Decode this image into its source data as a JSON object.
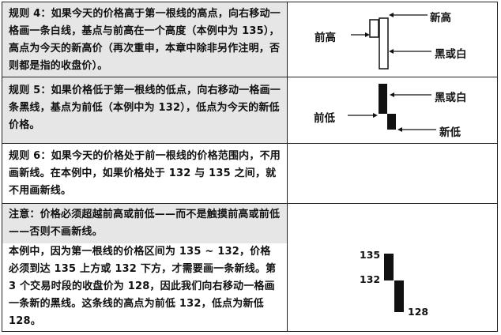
{
  "rules": {
    "rule4": "规则 4：如果今天的价格高于第一根线的高点，向右移动一格画一条白线，基点与前高在一个高度（本例中为 135），高点为今天的新高价（再次重申，本章中除非另作注明，否则都是指的收盘价）。",
    "rule5": "规则 5：如果价格低于第一根线的低点，向右移动一格画一条黑线，基点为前低（本例中为 132），低点为今天的新低价格。",
    "rule6": "规则 6：如果今天的价格处于前一根线的价格范围内，不用画新线。在本例中，如果价格处于 132 与 135 之间，就不用画新线。",
    "note": "注意：价格必须超越前高或前低——而不是触摸前高或前低——否则不画新线。",
    "example": "本例中，因为第一根线的价格区间为 135 ~ 132，价格必须到达 135 上方或 132 下方，才需要画一条新线。第 3 个交易时段的收盘价为 128，因此我们向右移动一格画一条新的黑线。这条线的高点为前低 132，低点为新低 128。"
  },
  "diagrams": {
    "d1": {
      "new_high": "新高",
      "prev_high": "前高",
      "black_or_white": "黑或白"
    },
    "d2": {
      "black_or_white": "黑或白",
      "prev_low": "前低",
      "new_low": "新低"
    },
    "d3": {
      "v135": "135",
      "v132": "132",
      "v128": "128"
    }
  }
}
